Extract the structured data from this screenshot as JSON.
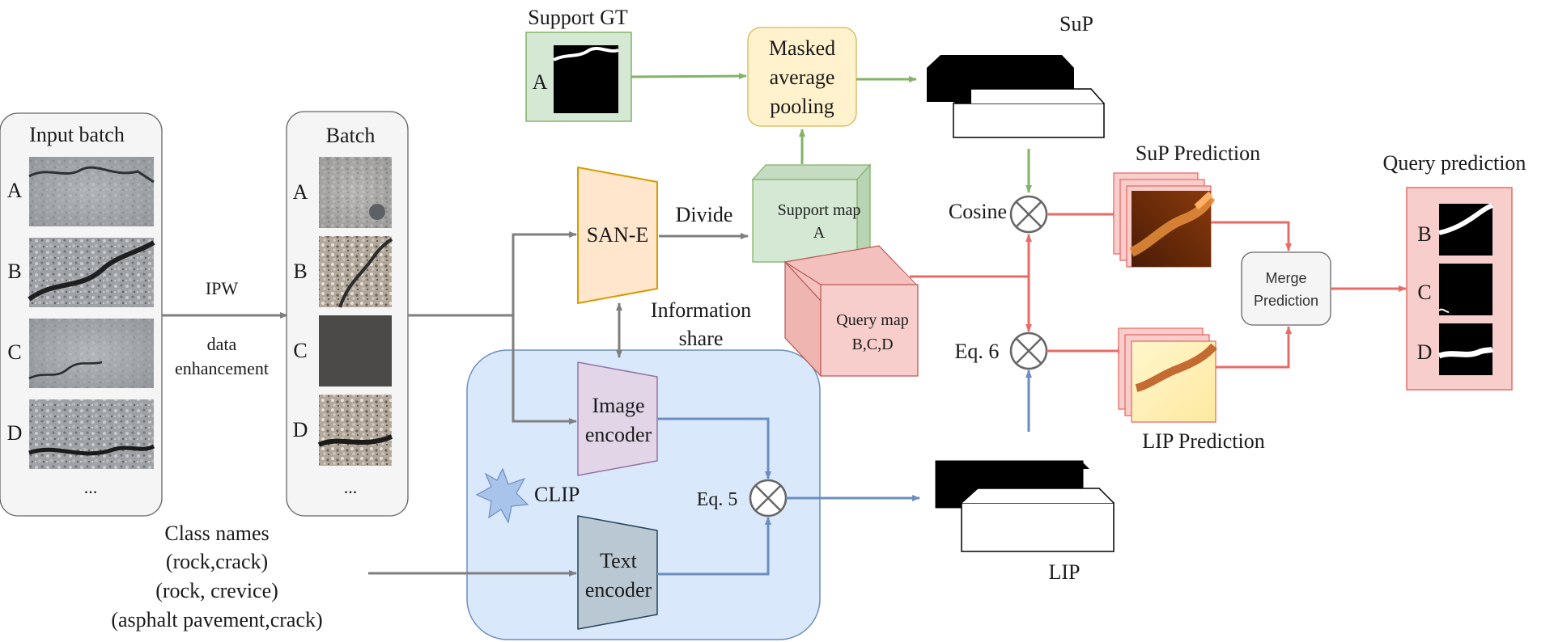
{
  "input_batch": {
    "title": "Input batch",
    "rows": [
      "A",
      "B",
      "C",
      "D"
    ],
    "ellipsis": "..."
  },
  "batch": {
    "title": "Batch",
    "rows": [
      "A",
      "B",
      "C",
      "D"
    ],
    "ellipsis": "..."
  },
  "ipw": {
    "label": "IPW",
    "sub1": "data",
    "sub2": "enhancement"
  },
  "support_gt": {
    "title": "Support GT",
    "letter": "A"
  },
  "map": {
    "line1": "Masked",
    "line2": "average",
    "line3": "pooling"
  },
  "sup": {
    "label": "SuP"
  },
  "san_e": {
    "label": "SAN-E"
  },
  "divide": {
    "label": "Divide"
  },
  "support_map": {
    "line1": "Support map",
    "line2": "A"
  },
  "query_map": {
    "line1": "Query map",
    "line2": "B,C,D"
  },
  "info_share": {
    "line1": "Information",
    "line2": "share"
  },
  "cosine": {
    "label": "Cosine"
  },
  "eq6": {
    "label": "Eq. 6"
  },
  "eq5": {
    "label": "Eq. 5"
  },
  "sup_prediction": {
    "label": "SuP Prediction"
  },
  "lip_prediction": {
    "label": "LIP Prediction"
  },
  "merge": {
    "line1": "Merge",
    "line2": "Prediction"
  },
  "query_prediction": {
    "title": "Query prediction",
    "rows": [
      "B",
      "C",
      "D"
    ]
  },
  "image_encoder": {
    "line1": "Image",
    "line2": "encoder"
  },
  "text_encoder": {
    "line1": "Text",
    "line2": "encoder"
  },
  "clip": {
    "label": "CLIP"
  },
  "lip": {
    "label": "LIP"
  },
  "class_names": {
    "title": "Class names",
    "items": [
      "(rock,crack)",
      "(rock, crevice)",
      "(asphalt pavement,crack)"
    ]
  },
  "colors": {
    "gray_arrow": "#7f7f7f",
    "green_arrow": "#82b366",
    "red_arrow": "#ea6b66",
    "blue_arrow": "#6c8ebf",
    "clip_bg": "#dae8fc",
    "san_fill": "#ffe6cc",
    "san_stroke": "#d79b00",
    "map_fill": "#fff2cc",
    "green_fill": "#d5e8d4",
    "red_fill": "#f8cecc",
    "purple_fill": "#e1d5e7",
    "slate_fill": "#bac8d3"
  }
}
